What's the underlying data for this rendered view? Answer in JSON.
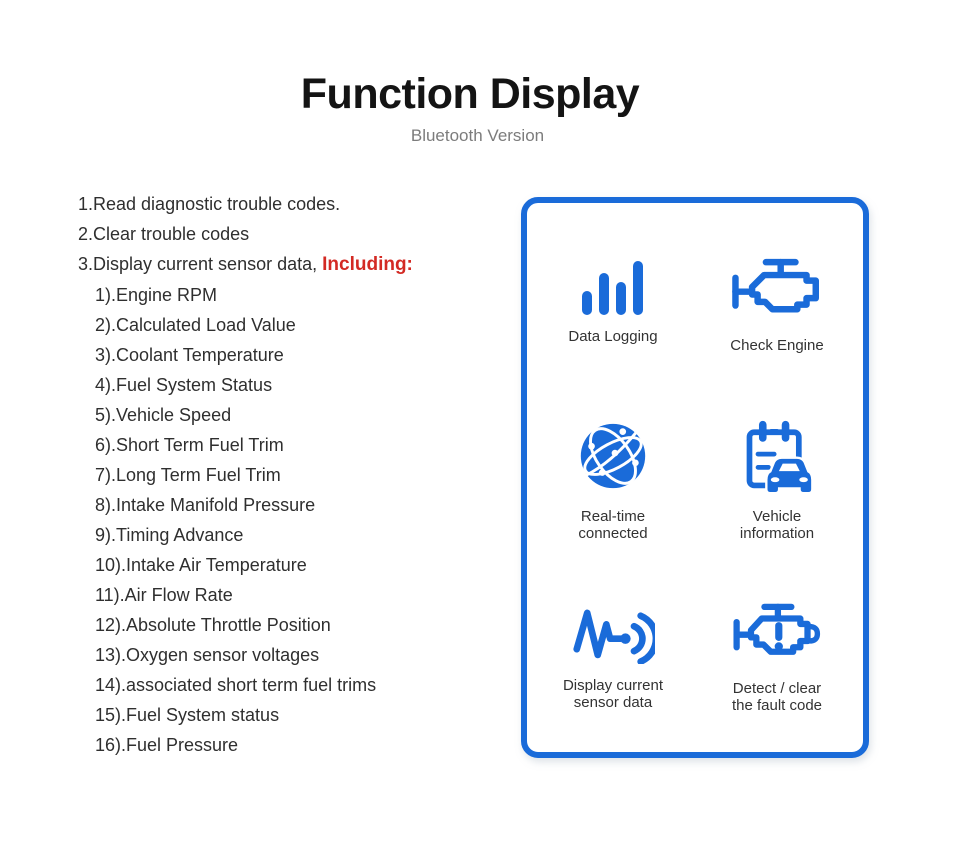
{
  "header": {
    "title": "Function Display",
    "subtitle": "Bluetooth Version"
  },
  "colors": {
    "accent_blue": "#1a6bd9",
    "highlight_red": "#d32a24",
    "title_black": "#141414",
    "subtitle_gray": "#7c7c7c",
    "body_text": "#2f2f2f"
  },
  "list": {
    "item1": "1.Read diagnostic trouble codes.",
    "item2": "2.Clear trouble codes",
    "item3": "3.Display current sensor data, ",
    "item3_highlight": "Including:",
    "sub_items": [
      "1).Engine RPM",
      "2).Calculated Load Value",
      "3).Coolant Temperature",
      "4).Fuel System Status",
      "5).Vehicle Speed",
      "6).Short Term Fuel Trim",
      "7).Long Term Fuel Trim",
      "8).Intake Manifold Pressure",
      "9).Timing Advance",
      "10).Intake Air Temperature",
      "11).Air Flow Rate",
      "12).Absolute Throttle Position",
      "13).Oxygen sensor voltages",
      "14).associated short term fuel trims",
      "15).Fuel System status",
      "16).Fuel Pressure"
    ]
  },
  "panel": {
    "cells": [
      {
        "icon": "data-logging-icon",
        "label1": "Data Logging",
        "label2": ""
      },
      {
        "icon": "check-engine-icon",
        "label1": "Check Engine",
        "label2": ""
      },
      {
        "icon": "realtime-connected-icon",
        "label1": "Real-time",
        "label2": "connected"
      },
      {
        "icon": "vehicle-information-icon",
        "label1": "Vehicle",
        "label2": "information"
      },
      {
        "icon": "sensor-data-icon",
        "label1": "Display current",
        "label2": "sensor data"
      },
      {
        "icon": "fault-code-icon",
        "label1": "Detect / clear",
        "label2": "the fault code"
      }
    ]
  }
}
